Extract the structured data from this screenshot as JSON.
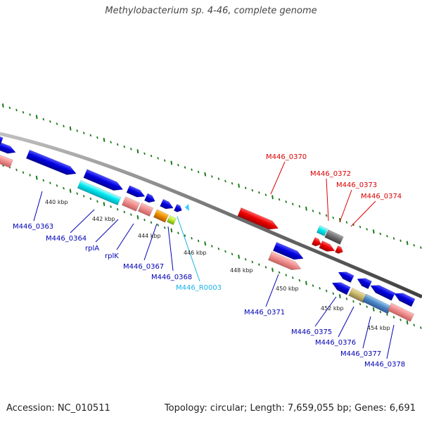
{
  "title": "Methylobacterium sp. 4-46, complete genome",
  "footer": {
    "accession": "Accession: NC_010511",
    "summary": "Topology: circular; Length: 7,659,055 bp; Genes: 6,691"
  },
  "colors": {
    "backbone": "#808080",
    "tick": "#1b7a1b",
    "label_blue": "#0000b4",
    "label_red": "#dc0000",
    "label_cyan": "#1ab2e6"
  },
  "scale": {
    "ticks": [
      {
        "label": "440 kbp"
      },
      {
        "label": "442 kbp"
      },
      {
        "label": "444 kbp"
      },
      {
        "label": "446 kbp"
      },
      {
        "label": "448 kbp"
      },
      {
        "label": "450 kbp"
      },
      {
        "label": "452 kbp"
      },
      {
        "label": "454 kbp"
      }
    ]
  },
  "genes": [
    {
      "label": "M446_0363",
      "color": "#0000b4"
    },
    {
      "label": "M446_0364",
      "color": "#0000b4"
    },
    {
      "label": "rplA",
      "color": "#0000b4"
    },
    {
      "label": "rplK",
      "color": "#0000b4"
    },
    {
      "label": "M446_0367",
      "color": "#0000b4"
    },
    {
      "label": "M446_0368",
      "color": "#0000b4"
    },
    {
      "label": "M446_R0003",
      "color": "#1ab2e6"
    },
    {
      "label": "M446_0370",
      "color": "#dc0000"
    },
    {
      "label": "M446_0371",
      "color": "#0000b4"
    },
    {
      "label": "M446_0372",
      "color": "#dc0000"
    },
    {
      "label": "M446_0373",
      "color": "#dc0000"
    },
    {
      "label": "M446_0374",
      "color": "#dc0000"
    },
    {
      "label": "M446_0375",
      "color": "#0000b4"
    },
    {
      "label": "M446_0376",
      "color": "#0000b4"
    },
    {
      "label": "M446_0377",
      "color": "#0000b4"
    },
    {
      "label": "M446_0378",
      "color": "#0000b4"
    }
  ]
}
